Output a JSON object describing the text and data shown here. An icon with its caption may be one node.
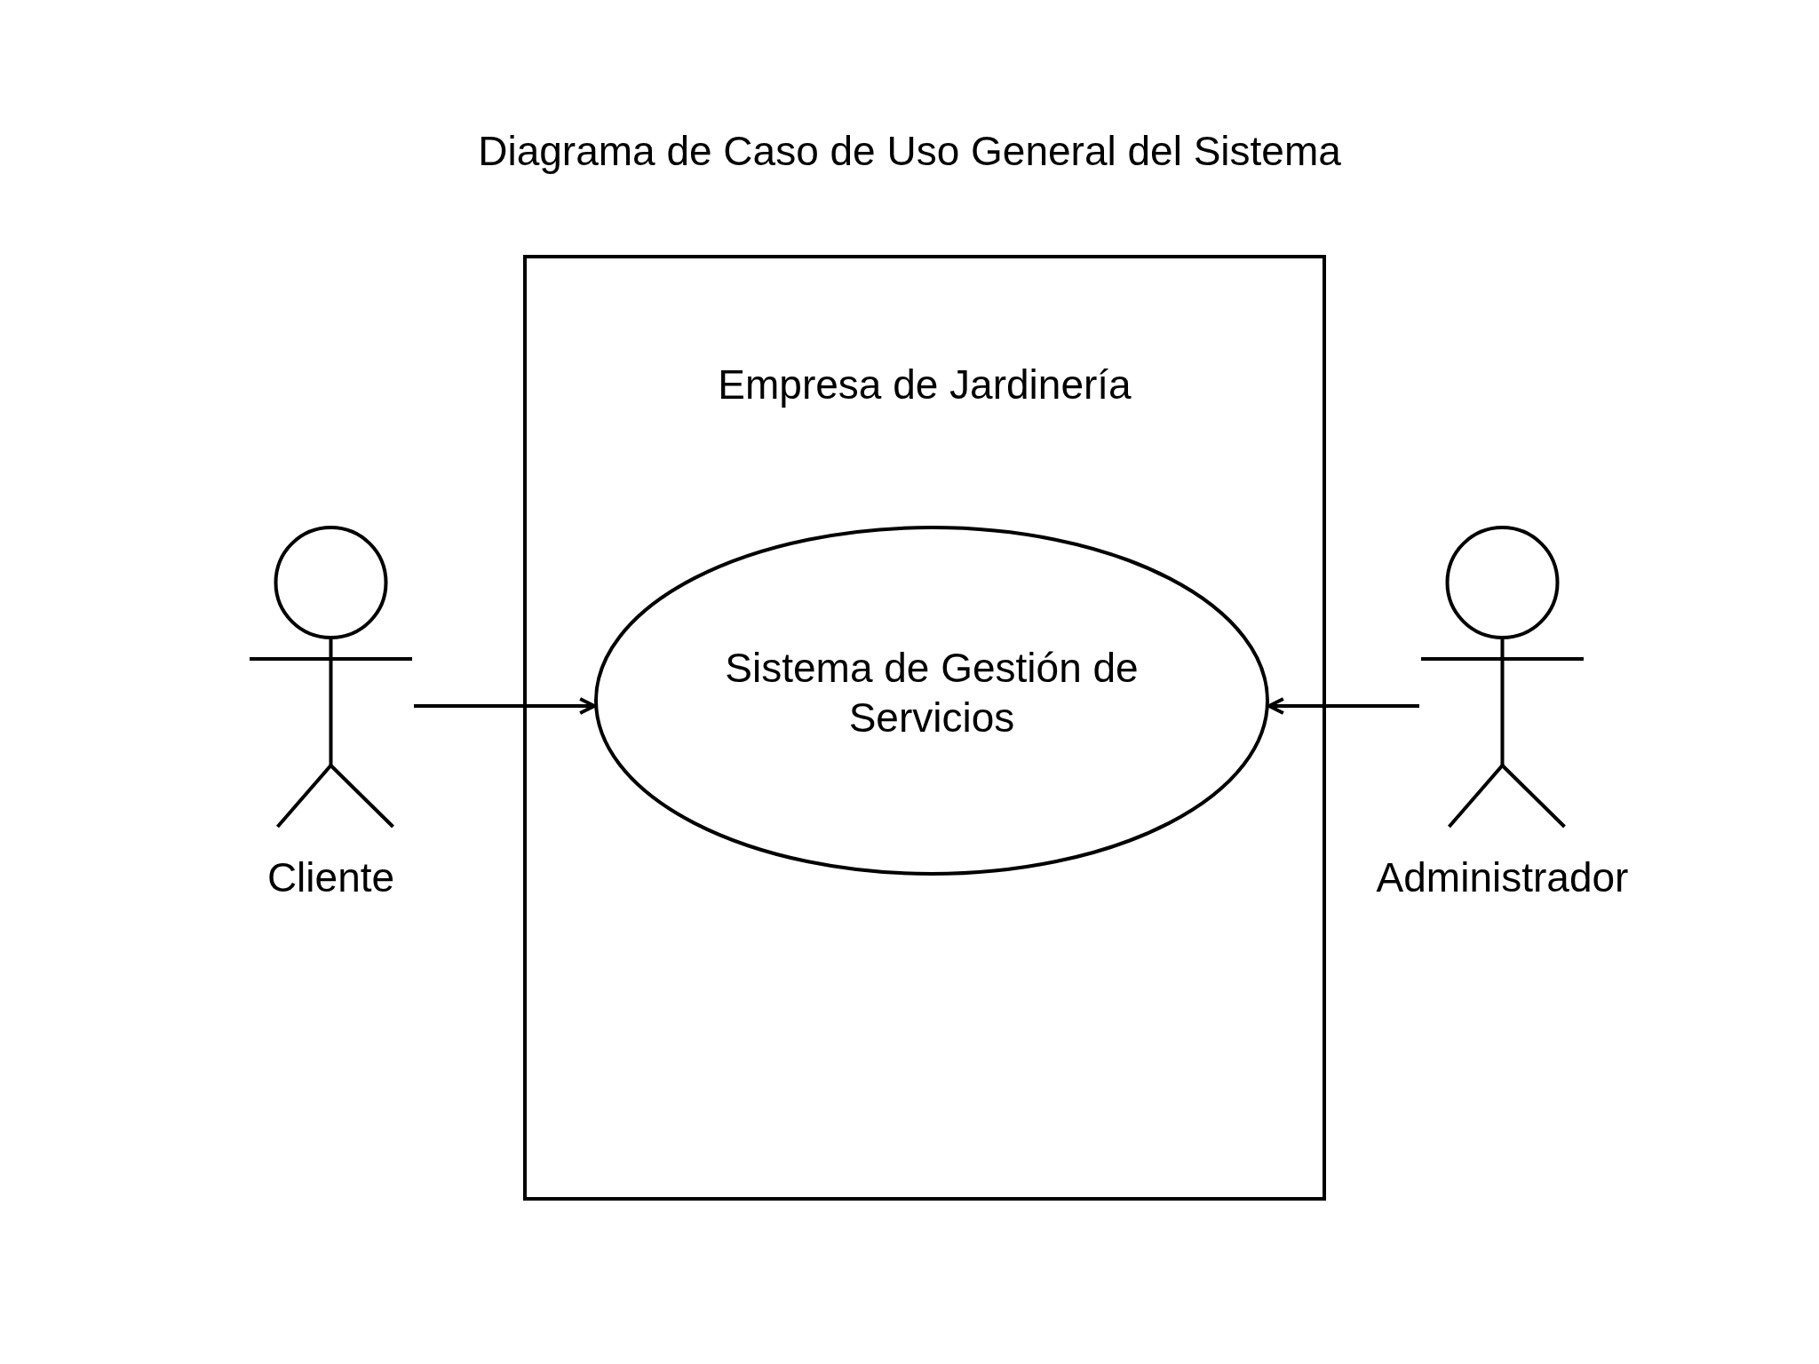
{
  "diagram": {
    "title": "Diagrama de Caso de Uso General del Sistema",
    "nodes": [
      {
        "text": [
          "Cliente"
        ]
      },
      {
        "text": [
          "Empresa de Jardinería"
        ]
      },
      {
        "text": [
          "Sistema de Gestión de Servicios"
        ],
        "in": 1
      },
      {
        "text": [
          "Administrador"
        ]
      }
    ],
    "edges": [
      {
        "from": 0,
        "to": 2,
        "arrow": "to"
      },
      {
        "from": 3,
        "to": 2,
        "arrow": "to"
      }
    ]
  }
}
